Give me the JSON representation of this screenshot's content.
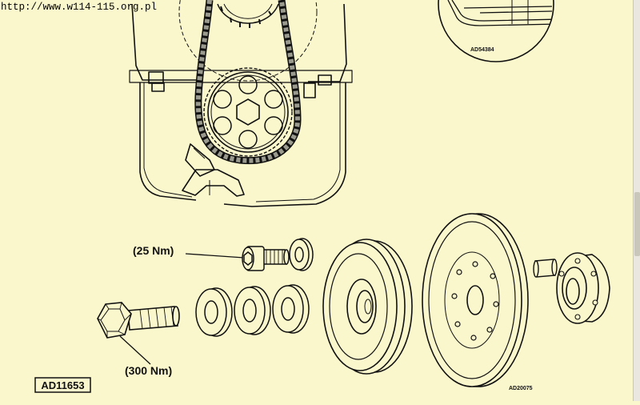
{
  "header": {
    "url_text": "http://www.w114-115.org.pl"
  },
  "labels": {
    "torque_washer_bolt": "(25 Nm)",
    "torque_main_bolt": "(300 Nm)",
    "figure_code_main": "AD11653",
    "figure_code_inset": "AD54384",
    "figure_code_parts": "AD20075"
  },
  "colors": {
    "background": "#fbf7cc",
    "line": "#111111",
    "chain": "#8f8f86"
  }
}
